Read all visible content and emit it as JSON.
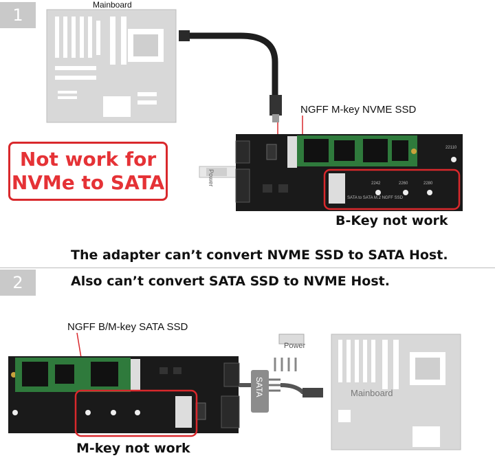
{
  "section1": {
    "step": "1",
    "mainboard_label": "Mainboard",
    "ssd_label": "NGFF M-key NVME SSD",
    "warning_line1": "Not work for",
    "warning_line2": "NVMe to SATA",
    "power_label": "Power",
    "board_print": "SATA to SATA M.2 NGFF SSD",
    "slot_labels": [
      "2242",
      "2260",
      "2280",
      "22110"
    ],
    "bkey_note": "B-Key not work",
    "caption": "The adapter can’t convert NVME SSD to SATA Host."
  },
  "section2": {
    "step": "2",
    "caption": "Also can’t convert SATA SSD to NVME Host.",
    "ssd_label": "NGFF B/M-key SATA SSD",
    "power_label": "Power",
    "sata_label": "SATA",
    "mainboard_label": "Mainboard",
    "mkey_note": "M-key not work"
  },
  "colors": {
    "warning_red": "#e53236",
    "highlight_red": "#d9282c",
    "pcb_black": "#1a1a1a",
    "ssd_green": "#2f7a3c",
    "mainboard_gray": "#d6d6d6",
    "badge_gray": "#c9c9c9"
  }
}
